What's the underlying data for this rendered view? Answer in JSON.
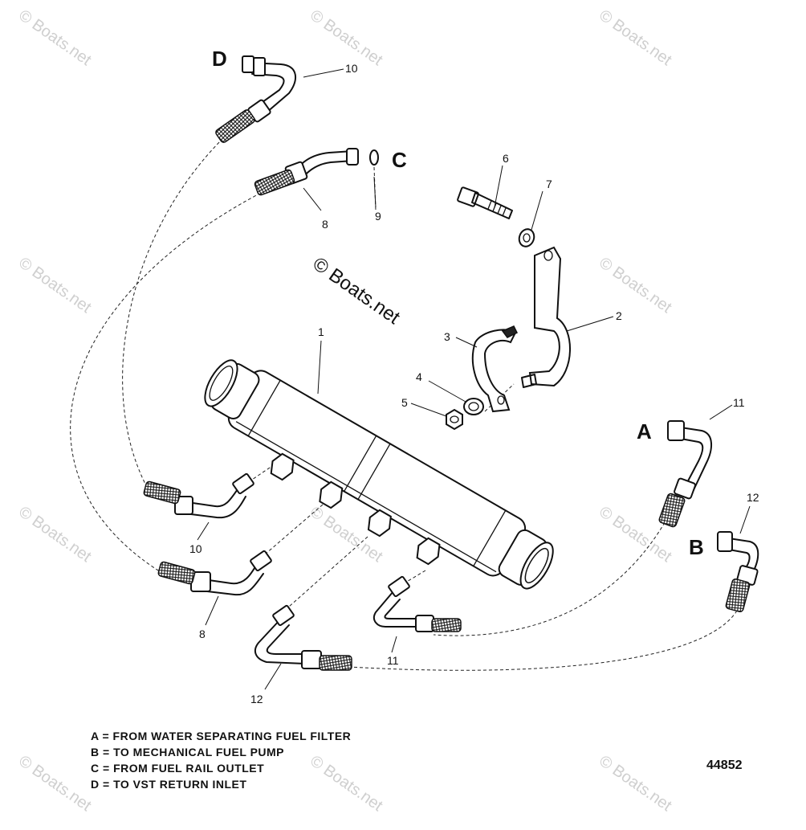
{
  "watermarks": {
    "repeat_text": "© Boats.net",
    "center_text": "© Boats.net"
  },
  "connection_letters": {
    "a": "A",
    "b": "B",
    "c": "C",
    "d": "D"
  },
  "callouts": {
    "n1": "1",
    "n2": "2",
    "n3": "3",
    "n4": "4",
    "n5": "5",
    "n6": "6",
    "n7": "7",
    "n8_top": "8",
    "n8_bottom": "8",
    "n9": "9",
    "n10_top": "10",
    "n10_bottom": "10",
    "n11_right": "11",
    "n11_bottom": "11",
    "n12_right": "12",
    "n12_bottom": "12"
  },
  "legend": {
    "line_a": "A = FROM WATER SEPARATING FUEL FILTER",
    "line_b": "B = TO MECHANICAL FUEL PUMP",
    "line_c": "C = FROM FUEL RAIL OUTLET",
    "line_d": "D = TO VST RETURN INLET"
  },
  "figure_number": "44852"
}
